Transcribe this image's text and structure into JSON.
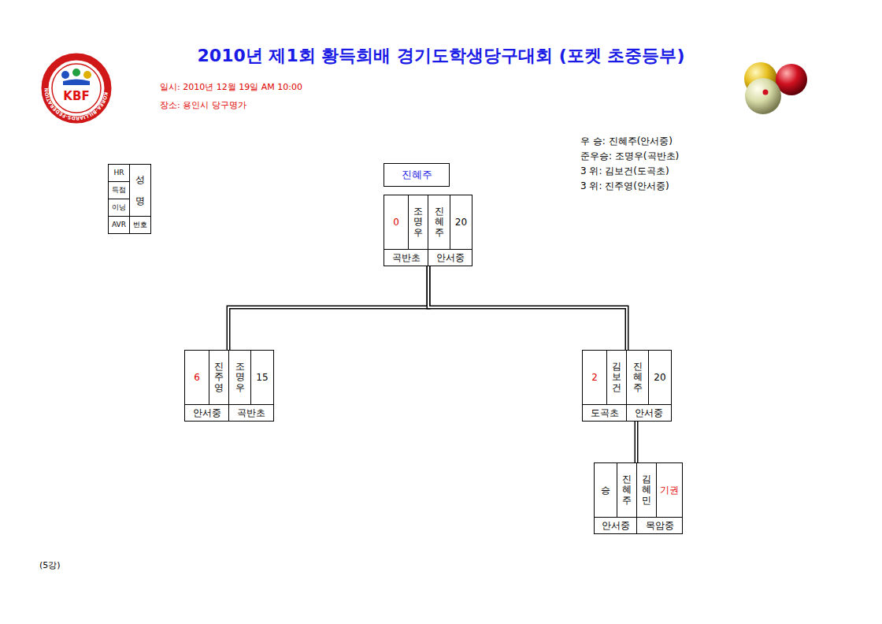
{
  "diagram": {
    "title": "2010년 제1회 황득희배 경기도학생당구대회 (포켓 초중등부)",
    "nodes": [
      {
        "text": [
          "진혜주"
        ]
      },
      {
        "text": [
          "0",
          "조명우",
          "진혜주",
          "20",
          "곡반초",
          "안서중"
        ]
      },
      {
        "text": [
          "6",
          "진주영",
          "조명우",
          "15",
          "안서중",
          "곡반초"
        ]
      },
      {
        "text": [
          "2",
          "김보건",
          "진혜주",
          "20",
          "도곡초",
          "안서중"
        ]
      },
      {
        "text": [
          "승",
          "진혜주",
          "김혜민",
          "기권",
          "안서중",
          "목암중"
        ]
      }
    ],
    "edges": [
      {
        "from": 2,
        "to": 1,
        "arrow": "none"
      },
      {
        "from": 3,
        "to": 1,
        "arrow": "none"
      },
      {
        "from": 4,
        "to": 3,
        "arrow": "none"
      }
    ],
    "labels": [
      "KBF",
      "KOREA-BILLIARDS-FEDERATION",
      "일시: 2010년 12월 19일 AM 10:00",
      "장소: 용인시 당구명가",
      "우 승: 진혜주(안서중)",
      "준우승: 조명우(곡반초)",
      "3 위: 김보건(도곡초)",
      "3 위: 진주영(안서중)",
      "HR",
      "득점",
      "이닝",
      "AVR",
      "성명",
      "번호",
      "(5강)"
    ]
  }
}
